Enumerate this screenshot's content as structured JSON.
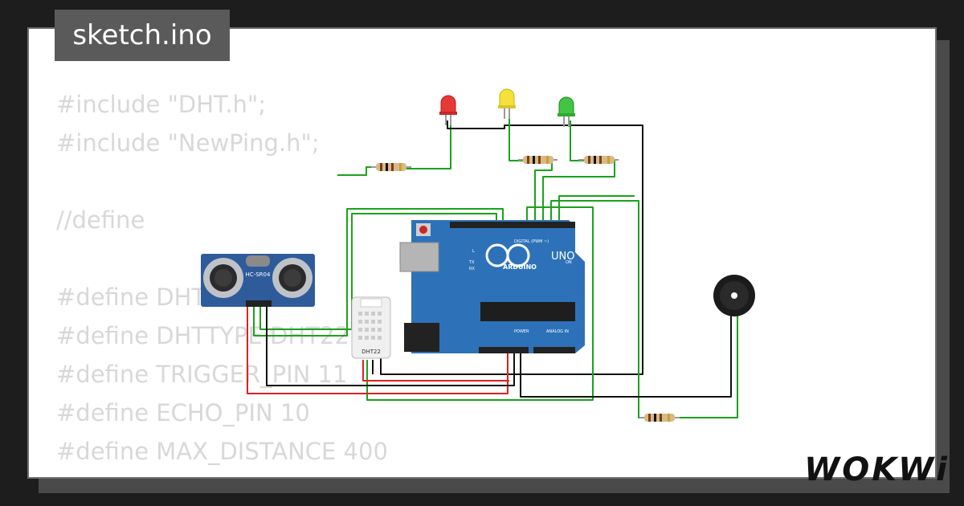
{
  "file_tab": {
    "label": "sketch.ino"
  },
  "code_lines": [
    "#include \"DHT.h\";",
    "#include \"NewPing.h\";",
    "",
    "//define",
    "",
    "#define DHTPIN 2",
    "#define DHTTYPE DHT22",
    "#define TRIGGER_PIN 11",
    "#define ECHO_PIN 10",
    "#define MAX_DISTANCE 400"
  ],
  "components": {
    "ultrasonic_label": "HC-SR04",
    "dht_label": "DHT22",
    "arduino": {
      "brand": "ARDUINO",
      "model": "UNO",
      "digital_header": "DIGITAL (PWM ~)",
      "power_header": "POWER",
      "analog_header": "ANALOG IN",
      "on_label": "ON",
      "tx_label": "TX",
      "rx_label": "RX",
      "l_label": "L"
    },
    "leds": [
      {
        "color": "red",
        "hex": "#e53935"
      },
      {
        "color": "yellow",
        "hex": "#f4e23b"
      },
      {
        "color": "green",
        "hex": "#43c443"
      }
    ]
  },
  "brand": {
    "logo": "WOKWi"
  }
}
